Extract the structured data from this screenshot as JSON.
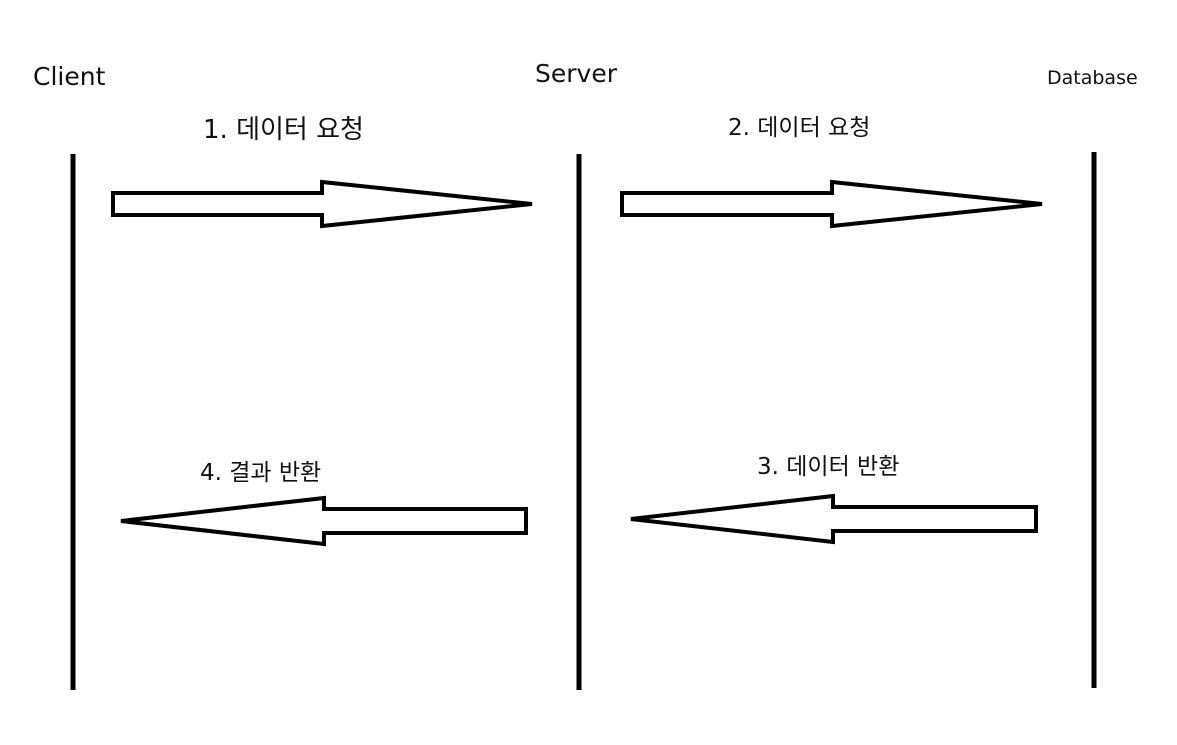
{
  "actors": {
    "client": "Client",
    "server": "Server",
    "database": "Database"
  },
  "messages": {
    "step1": "1. 데이터 요청",
    "step2": "2. 데이터 요청",
    "step3": "3. 데이터 반환",
    "step4": "4. 결과 반환"
  }
}
